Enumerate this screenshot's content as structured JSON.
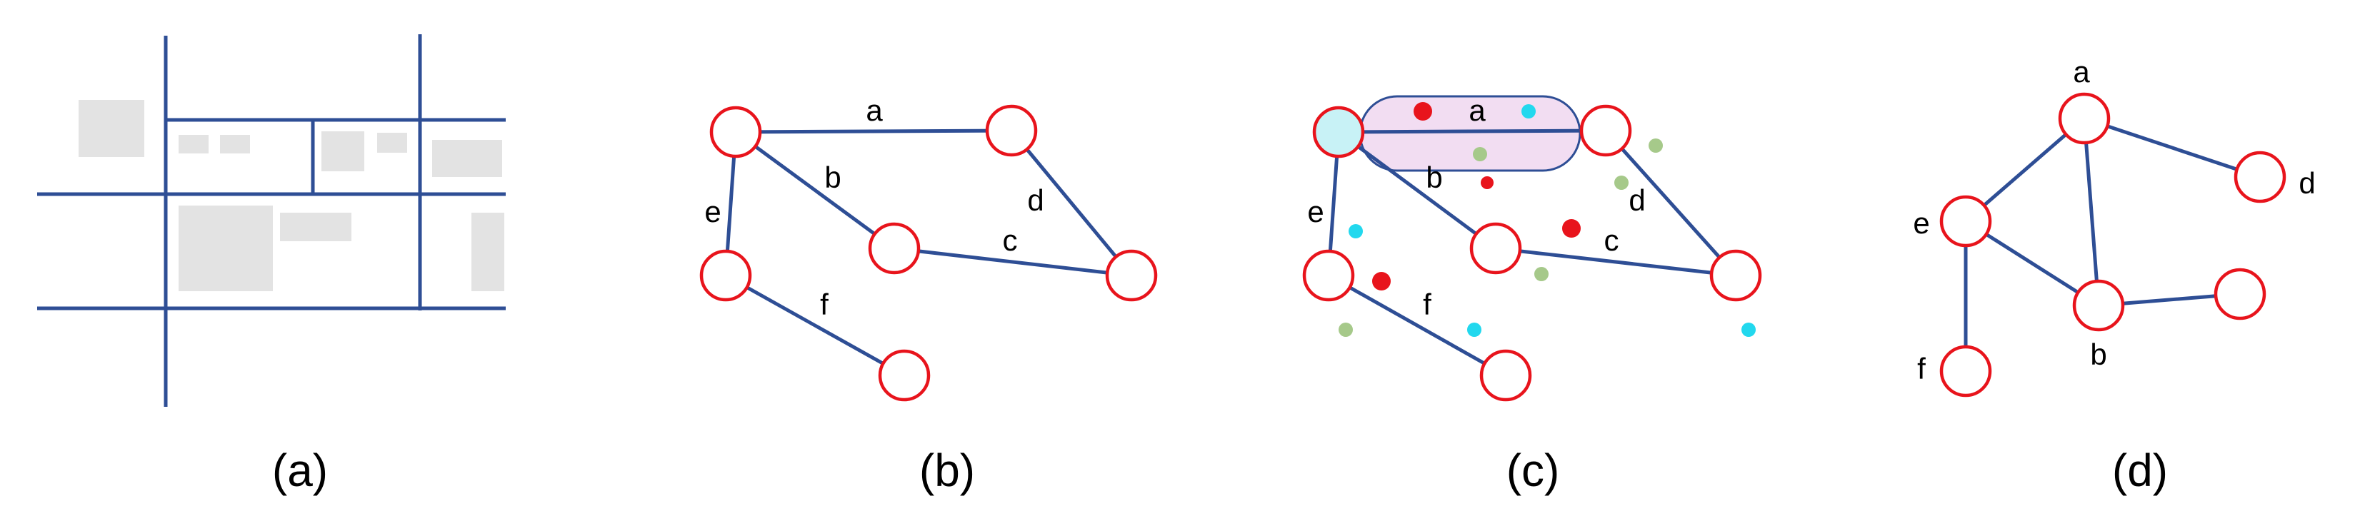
{
  "colors": {
    "edge": "#2E4E95",
    "node_stroke": "#E8141C",
    "node_selected_fill": "#C8F2F6",
    "capsule_fill": "#F2DDF2",
    "block_gray": "#E3E3E3",
    "dot_red": "#E8141C",
    "dot_cyan": "#22D8EE",
    "dot_green": "#A6C98A"
  },
  "panels": {
    "a": {
      "caption": "(a)"
    },
    "b": {
      "caption": "(b)",
      "edge_labels": {
        "a": "a",
        "b": "b",
        "c": "c",
        "d": "d",
        "e": "e",
        "f": "f"
      }
    },
    "c": {
      "caption": "(c)",
      "edge_labels": {
        "a": "a",
        "b": "b",
        "c": "c",
        "d": "d",
        "e": "e",
        "f": "f"
      }
    },
    "d": {
      "caption": "(d)",
      "node_labels": {
        "a": "a",
        "b": "b",
        "d": "d",
        "e": "e",
        "f": "f"
      }
    }
  }
}
